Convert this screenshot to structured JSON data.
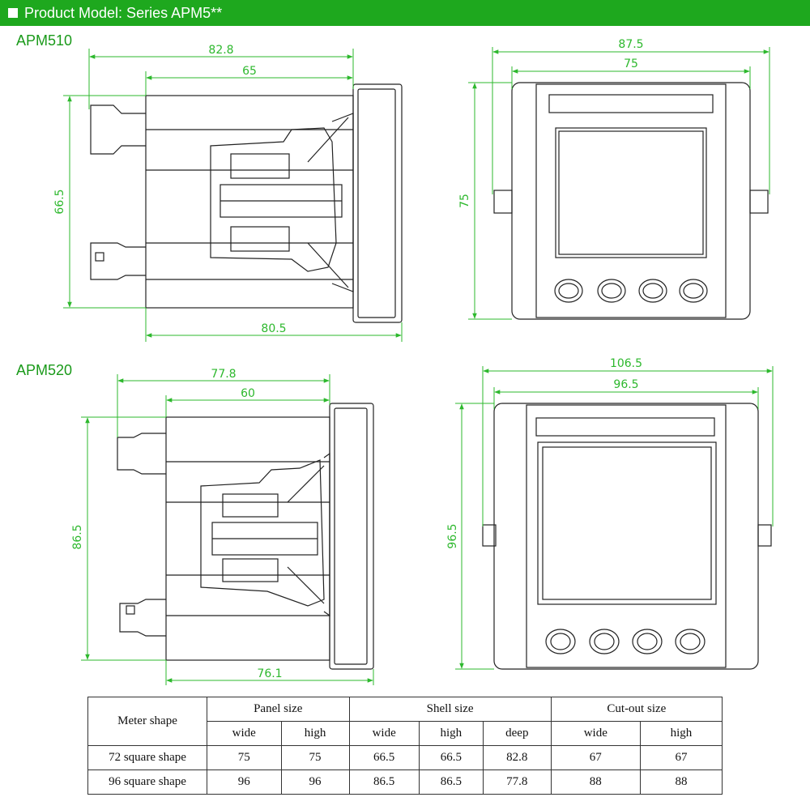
{
  "header": {
    "title": "Product Model: Series APM5**"
  },
  "models": [
    {
      "name": "APM510",
      "side_dims": {
        "overall_depth": "82.8",
        "body_depth": "65",
        "height": "66.5",
        "base": "80.5"
      },
      "front_dims": {
        "overall_width": "87.5",
        "panel_width": "75",
        "height": "75"
      }
    },
    {
      "name": "APM520",
      "side_dims": {
        "overall_depth": "77.8",
        "body_depth": "60",
        "height": "86.5",
        "base": "76.1"
      },
      "front_dims": {
        "overall_width": "106.5",
        "panel_width": "96.5",
        "height": "96.5"
      }
    }
  ],
  "table": {
    "col1": "Meter shape",
    "groups": [
      "Panel size",
      "Shell size",
      "Cut-out size"
    ],
    "subheaders": [
      "wide",
      "high",
      "wide",
      "high",
      "deep",
      "wide",
      "high"
    ],
    "rows": [
      {
        "shape": "72 square shape",
        "values": [
          "75",
          "75",
          "66.5",
          "66.5",
          "82.8",
          "67",
          "67"
        ]
      },
      {
        "shape": "96 square shape",
        "values": [
          "96",
          "96",
          "86.5",
          "86.5",
          "77.8",
          "88",
          "88"
        ]
      }
    ]
  },
  "colors": {
    "header_bg": "#1ea81e",
    "dimension": "#2db82d",
    "outline": "#222222"
  }
}
